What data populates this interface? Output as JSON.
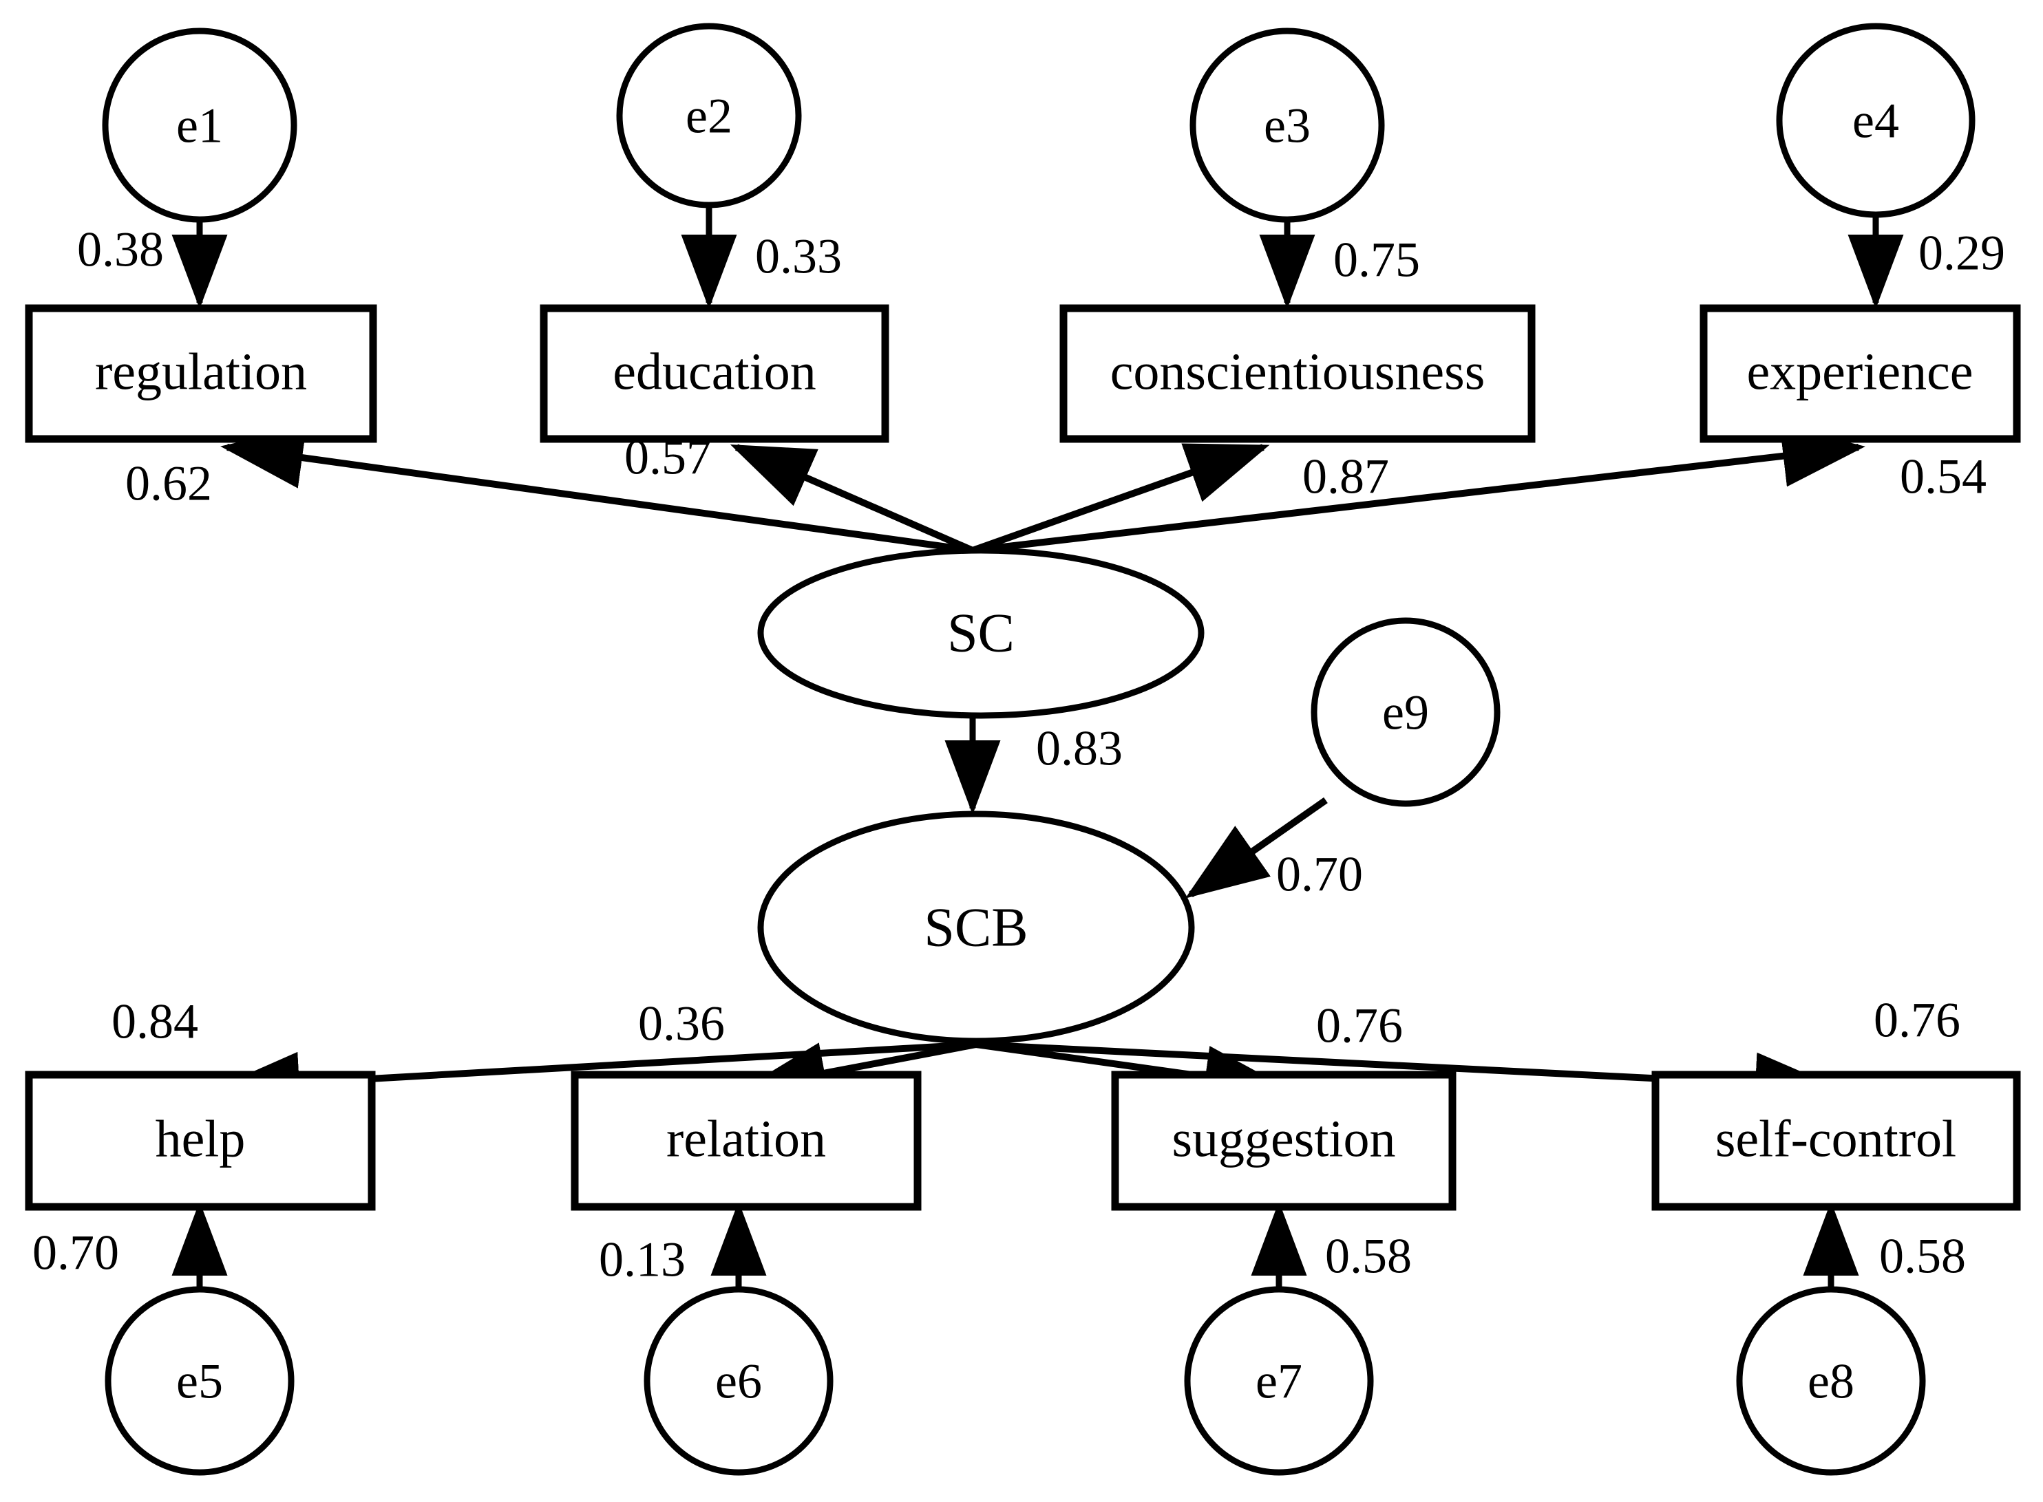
{
  "diagram": {
    "type": "structural-equation-model-path-diagram",
    "background_color": "#ffffff",
    "stroke_color": "#000000",
    "latent_variables": [
      {
        "id": "SC",
        "label": "SC"
      },
      {
        "id": "SCB",
        "label": "SCB"
      }
    ],
    "error_terms": [
      {
        "id": "e1",
        "label": "e1"
      },
      {
        "id": "e2",
        "label": "e2"
      },
      {
        "id": "e3",
        "label": "e3"
      },
      {
        "id": "e4",
        "label": "e4"
      },
      {
        "id": "e5",
        "label": "e5"
      },
      {
        "id": "e6",
        "label": "e6"
      },
      {
        "id": "e7",
        "label": "e7"
      },
      {
        "id": "e8",
        "label": "e8"
      },
      {
        "id": "e9",
        "label": "e9"
      }
    ],
    "observed_variables": [
      {
        "id": "regulation",
        "label": "regulation"
      },
      {
        "id": "education",
        "label": "education"
      },
      {
        "id": "conscientiousness",
        "label": "conscientiousness"
      },
      {
        "id": "experience",
        "label": "experience"
      },
      {
        "id": "help",
        "label": "help"
      },
      {
        "id": "relation",
        "label": "relation"
      },
      {
        "id": "suggestion",
        "label": "suggestion"
      },
      {
        "id": "self_control",
        "label": "self-control"
      }
    ],
    "paths": [
      {
        "from": "e1",
        "to": "regulation",
        "coefficient": "0.38"
      },
      {
        "from": "e2",
        "to": "education",
        "coefficient": "0.33"
      },
      {
        "from": "e3",
        "to": "conscientiousness",
        "coefficient": "0.75"
      },
      {
        "from": "e4",
        "to": "experience",
        "coefficient": "0.29"
      },
      {
        "from": "SC",
        "to": "regulation",
        "coefficient": "0.62"
      },
      {
        "from": "SC",
        "to": "education",
        "coefficient": "0.57"
      },
      {
        "from": "SC",
        "to": "conscientiousness",
        "coefficient": "0.87"
      },
      {
        "from": "SC",
        "to": "experience",
        "coefficient": "0.54"
      },
      {
        "from": "SC",
        "to": "SCB",
        "coefficient": "0.83"
      },
      {
        "from": "e9",
        "to": "SCB",
        "coefficient": "0.70"
      },
      {
        "from": "SCB",
        "to": "help",
        "coefficient": "0.84"
      },
      {
        "from": "SCB",
        "to": "relation",
        "coefficient": "0.36"
      },
      {
        "from": "SCB",
        "to": "suggestion",
        "coefficient": "0.76"
      },
      {
        "from": "SCB",
        "to": "self_control",
        "coefficient": "0.76"
      },
      {
        "from": "e5",
        "to": "help",
        "coefficient": "0.70"
      },
      {
        "from": "e6",
        "to": "relation",
        "coefficient": "0.13"
      },
      {
        "from": "e7",
        "to": "suggestion",
        "coefficient": "0.58"
      },
      {
        "from": "e8",
        "to": "self_control",
        "coefficient": "0.58"
      }
    ],
    "labels": {
      "e1_to_regulation": "0.38",
      "e2_to_education": "0.33",
      "e3_to_conscientiousness": "0.75",
      "e4_to_experience": "0.29",
      "sc_to_regulation": "0.62",
      "sc_to_education": "0.57",
      "sc_to_conscientiousness": "0.87",
      "sc_to_experience": "0.54",
      "sc_to_scb": "0.83",
      "e9_to_scb": "0.70",
      "scb_to_help": "0.84",
      "scb_to_relation": "0.36",
      "scb_to_suggestion": "0.76",
      "scb_to_self_control": "0.76",
      "e5_to_help": "0.70",
      "e6_to_relation": "0.13",
      "e7_to_suggestion": "0.58",
      "e8_to_self_control": "0.58"
    }
  }
}
